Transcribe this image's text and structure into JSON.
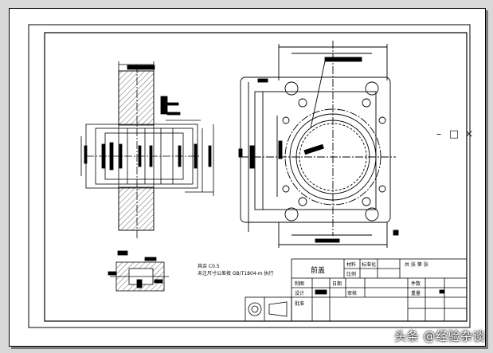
{
  "window_controls": {
    "minimize": "–",
    "restore": "□",
    "close": "×"
  },
  "notes": {
    "line1": "其余 C0.5",
    "line2": "未注尺寸公差按 GB/T1804-m 执行"
  },
  "title_block": {
    "part_name": "前盖",
    "material_label": "材料",
    "scale_label": "比例",
    "qty_label": "件数",
    "weight_label": "重量",
    "sheet_label": "共 张 第 张",
    "drawn_label": "制图",
    "check_label": "审核",
    "design_label": "设计",
    "date_label": "日期",
    "approve_label": "批准",
    "std_label": "标准化"
  },
  "watermark": {
    "text": "头条 @经验杂谈"
  },
  "colors": {
    "ink": "#000000",
    "paper": "#ffffff",
    "background": "#d9d9d9"
  }
}
